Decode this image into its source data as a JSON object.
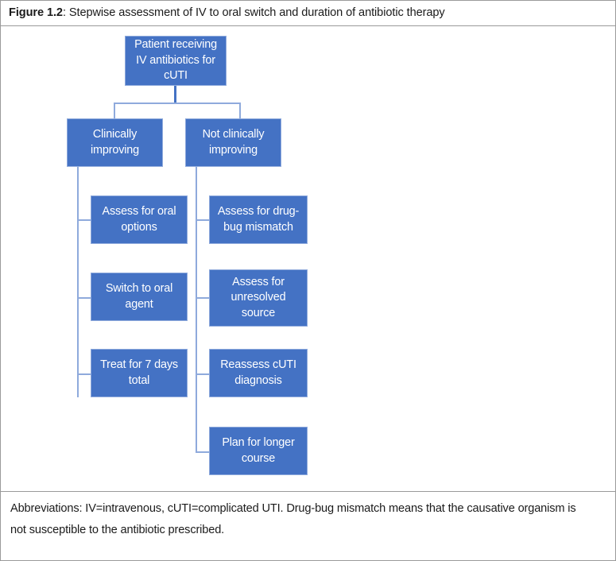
{
  "figure": {
    "caption_label": "Figure 1.2",
    "caption_separator": ": ",
    "caption_text": "Stepwise assessment of IV to oral switch and duration of antibiotic therapy",
    "footnote": "Abbreviations: IV=intravenous, cUTI=complicated UTI. Drug-bug mismatch means that the causative organism is not susceptible to the antibiotic prescribed.",
    "colors": {
      "node_fill": "#4472C4",
      "node_border": "#8FAADC",
      "node_text": "#FFFFFF",
      "connector": "#8FAADC",
      "frame_border": "#9A9A9A",
      "body_text": "#1B1B1B"
    }
  },
  "chart_data": {
    "type": "flowchart",
    "title": "Stepwise assessment of IV to oral switch and duration of antibiotic therapy",
    "orientation": "top-down, two branches each with a vertical stem of sequential steps",
    "nodes": [
      {
        "id": "root",
        "label": "Patient receiving IV antibiotics for cUTI",
        "level": 0,
        "column": "center"
      },
      {
        "id": "b1",
        "label": "Clinically improving",
        "level": 1,
        "column": "left",
        "parent": "root"
      },
      {
        "id": "b2",
        "label": "Not clinically improving",
        "level": 1,
        "column": "right",
        "parent": "root"
      },
      {
        "id": "l1",
        "label": "Assess for oral options",
        "level": 2,
        "column": "left",
        "parent": "b1",
        "order": 1
      },
      {
        "id": "l2",
        "label": "Switch to oral agent",
        "level": 2,
        "column": "left",
        "parent": "b1",
        "order": 2
      },
      {
        "id": "l3",
        "label": "Treat for 7 days total",
        "level": 2,
        "column": "left",
        "parent": "b1",
        "order": 3
      },
      {
        "id": "r1",
        "label": "Assess for drug-bug mismatch",
        "level": 2,
        "column": "right",
        "parent": "b2",
        "order": 1
      },
      {
        "id": "r2",
        "label": "Assess for unresolved source",
        "level": 2,
        "column": "right",
        "parent": "b2",
        "order": 2
      },
      {
        "id": "r3",
        "label": "Reassess cUTI diagnosis",
        "level": 2,
        "column": "right",
        "parent": "b2",
        "order": 3
      },
      {
        "id": "r4",
        "label": "Plan for longer course",
        "level": 2,
        "column": "right",
        "parent": "b2",
        "order": 4
      }
    ],
    "edges": [
      {
        "from": "root",
        "to": "b1"
      },
      {
        "from": "root",
        "to": "b2"
      },
      {
        "from": "b1",
        "to": "l1"
      },
      {
        "from": "b1",
        "to": "l2"
      },
      {
        "from": "b1",
        "to": "l3"
      },
      {
        "from": "b2",
        "to": "r1"
      },
      {
        "from": "b2",
        "to": "r2"
      },
      {
        "from": "b2",
        "to": "r3"
      },
      {
        "from": "b2",
        "to": "r4"
      }
    ]
  }
}
